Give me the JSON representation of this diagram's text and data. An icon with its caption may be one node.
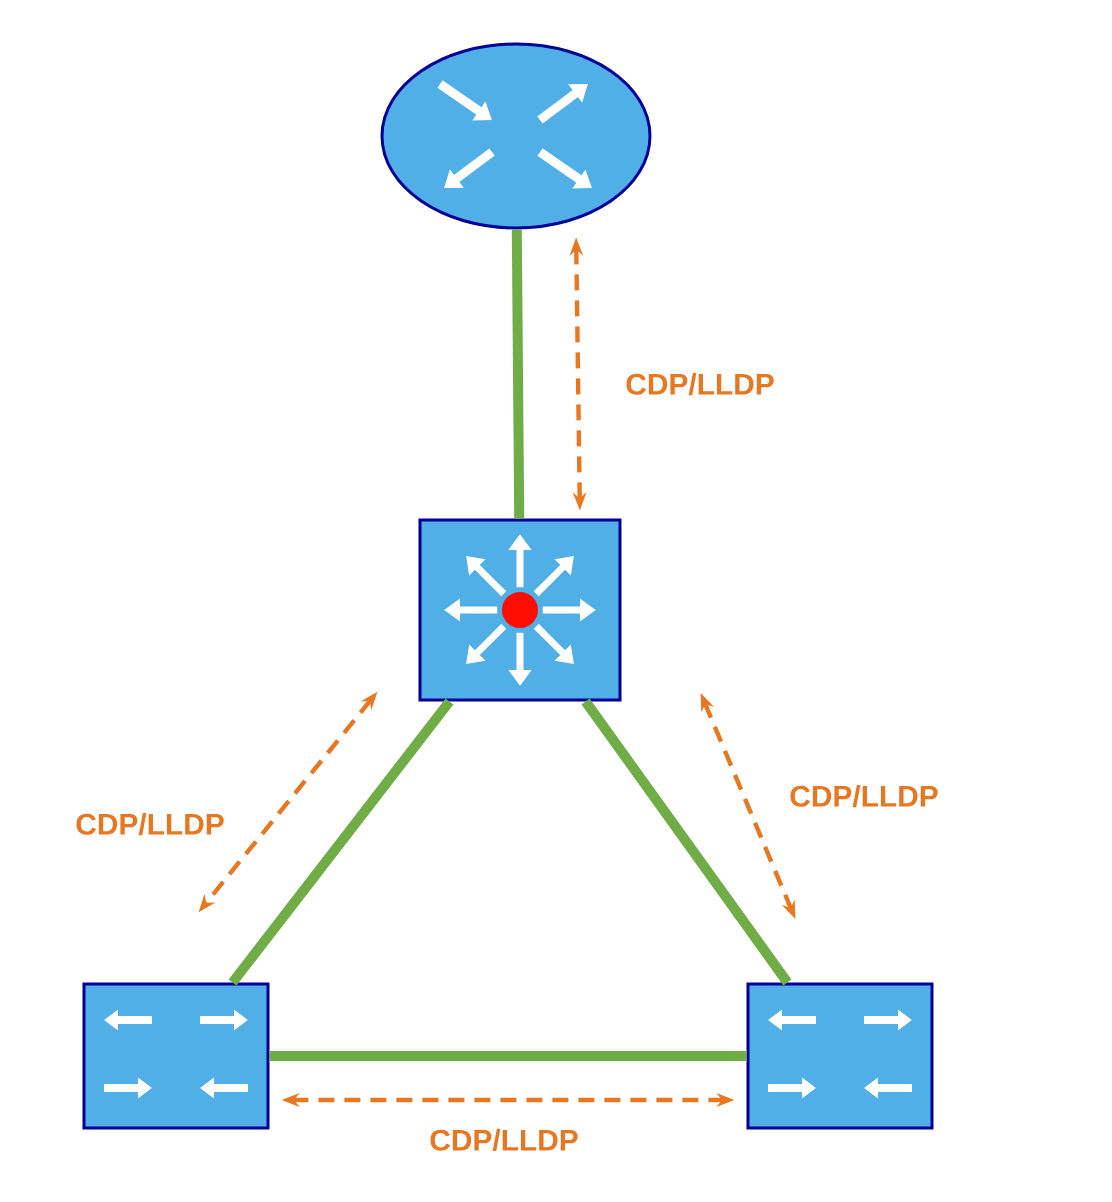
{
  "diagram": {
    "nodes": [
      {
        "text": [],
        "shape": "circle"
      },
      {
        "text": [],
        "shape": "box"
      },
      {
        "text": [],
        "shape": "box"
      },
      {
        "text": [],
        "shape": "box"
      }
    ],
    "edges": [
      {
        "from": 0,
        "to": 1,
        "arrow": "none",
        "style": "thick",
        "color": "#70ad47"
      },
      {
        "from": 0,
        "to": 1,
        "arrow": "both",
        "style": "dashed",
        "color": "#e87722",
        "label": "CDP/LLDP"
      },
      {
        "from": 1,
        "to": 2,
        "arrow": "none",
        "style": "thick",
        "color": "#70ad47"
      },
      {
        "from": 1,
        "to": 2,
        "arrow": "both",
        "style": "dashed",
        "color": "#e87722",
        "label": "CDP/LLDP"
      },
      {
        "from": 1,
        "to": 3,
        "arrow": "none",
        "style": "thick",
        "color": "#70ad47"
      },
      {
        "from": 1,
        "to": 3,
        "arrow": "both",
        "style": "dashed",
        "color": "#e87722",
        "label": "CDP/LLDP"
      },
      {
        "from": 2,
        "to": 3,
        "arrow": "none",
        "style": "thick",
        "color": "#70ad47"
      },
      {
        "from": 2,
        "to": 3,
        "arrow": "both",
        "style": "dashed",
        "color": "#e87722",
        "label": "CDP/LLDP"
      }
    ]
  }
}
